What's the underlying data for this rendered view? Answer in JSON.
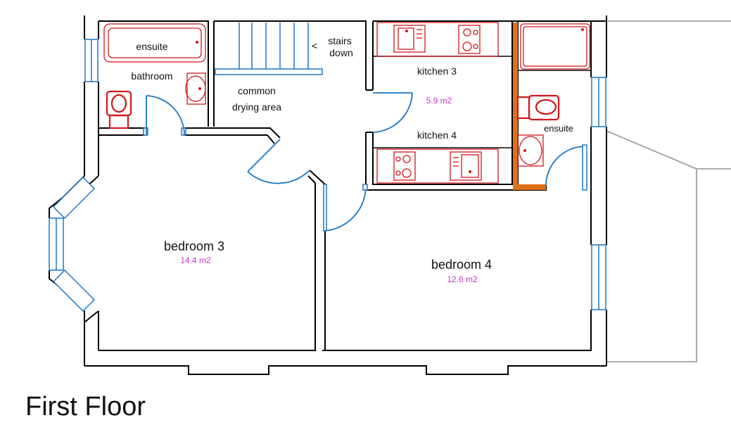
{
  "floor_title": "First Floor",
  "rooms": {
    "ensuite_top_left": {
      "label": "ensuite"
    },
    "bathroom": {
      "label": "bathroom"
    },
    "stairs": {
      "arrow": "<",
      "line1": "stairs",
      "line2": "down"
    },
    "common_drying": {
      "line1": "common",
      "line2": "drying area"
    },
    "kitchen3": {
      "label": "kitchen 3",
      "area": "5.9 m2"
    },
    "kitchen4": {
      "label": "kitchen 4"
    },
    "ensuite_right": {
      "label": "ensuite"
    },
    "bedroom3": {
      "label": "bedroom 3",
      "area": "14.4 m2"
    },
    "bedroom4": {
      "label": "bedroom 4",
      "area": "12.6 m2"
    }
  },
  "colors": {
    "wall": "#000000",
    "window": "#1a76c2",
    "door": "#1a76c2",
    "fixture": "#d0161b",
    "area_text": "#cc33cc",
    "partition": "#e0701a",
    "external_outline": "#a0a0a0"
  }
}
